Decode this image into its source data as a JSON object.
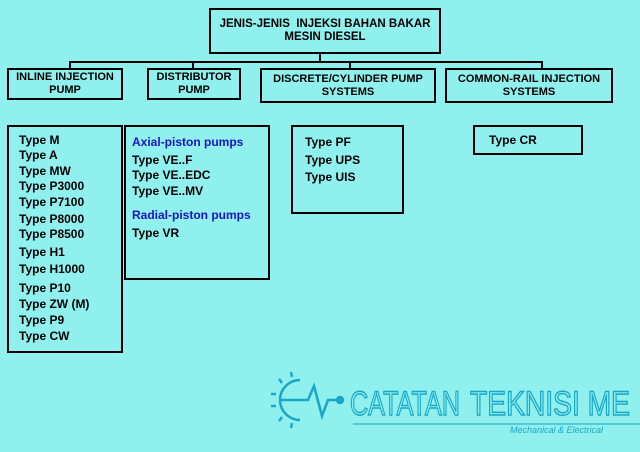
{
  "root": {
    "line1": "JENIS-JENIS  INJEKSI BAHAN BAKAR",
    "line2": "MESIN DIESEL"
  },
  "categories": [
    {
      "title_line1": "INLINE INJECTION",
      "title_line2": "PUMP",
      "items": [
        "Type M",
        "Type A",
        "Type MW",
        "Type P3000",
        "Type P7100",
        "Type P8000",
        "Type P8500",
        "Type H1",
        "Type H1000",
        "Type P10",
        "Type ZW (M)",
        "Type P9",
        "Type CW"
      ]
    },
    {
      "title_line1": "DISTRIBUTOR",
      "title_line2": "PUMP",
      "groups": [
        {
          "heading": "Axial-piston pumps",
          "items": [
            "Type VE..F",
            "Type VE..EDC",
            "Type VE..MV"
          ]
        },
        {
          "heading": "Radial-piston pumps",
          "items": [
            "Type VR"
          ]
        }
      ]
    },
    {
      "title_line1": "DISCRETE/CYLINDER PUMP",
      "title_line2": "SYSTEMS",
      "items": [
        "Type PF",
        "Type UPS",
        "Type UIS"
      ]
    },
    {
      "title_line1": "COMMON-RAIL INJECTION",
      "title_line2": "SYSTEMS",
      "items": [
        "Type CR"
      ]
    }
  ],
  "watermark": {
    "brand_left": "CATATAN",
    "brand_right": "TEKNISI ME",
    "tagline": "Mechanical & Electrical",
    "color": "#1aa6c8"
  },
  "colors": {
    "background": "#8ff0ee",
    "subheading": "#1a14c8"
  }
}
